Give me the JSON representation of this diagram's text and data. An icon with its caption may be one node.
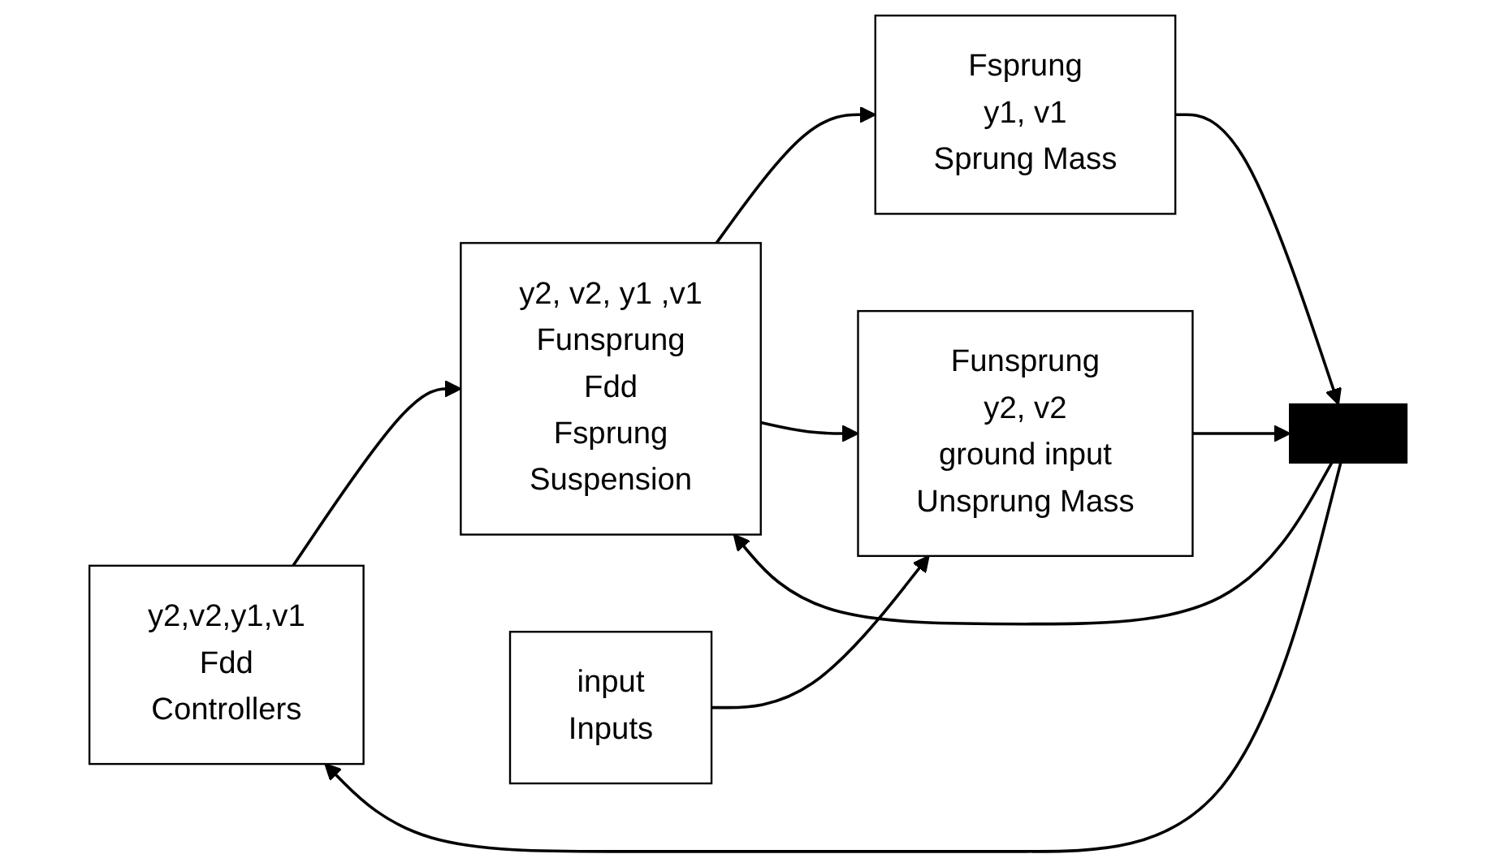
{
  "diagram": {
    "nodes": [
      {
        "text": [
          "y2,v2,y1,v1",
          "Fdd",
          "Controllers"
        ]
      },
      {
        "text": [
          "y2, v2, y1 ,v1",
          "Funsprung",
          "Fdd",
          "Fsprung",
          "Suspension"
        ]
      },
      {
        "text": [
          "Fsprung",
          "y1, v1",
          "Sprung Mass"
        ]
      },
      {
        "text": [
          "Funsprung",
          "y2, v2",
          "ground input",
          "Unsprung Mass"
        ]
      },
      {
        "text": [
          "input",
          "Inputs"
        ]
      },
      {
        "text": [],
        "shape": "bar"
      }
    ],
    "edges": [
      {
        "from": 0,
        "to": 1,
        "arrow": "to"
      },
      {
        "from": 1,
        "to": 2,
        "arrow": "to"
      },
      {
        "from": 1,
        "to": 3,
        "arrow": "to"
      },
      {
        "from": 4,
        "to": 3,
        "arrow": "to"
      },
      {
        "from": 2,
        "to": 5,
        "arrow": "to"
      },
      {
        "from": 3,
        "to": 5,
        "arrow": "to"
      },
      {
        "from": 5,
        "to": 0,
        "arrow": "to"
      },
      {
        "from": 5,
        "to": 1,
        "arrow": "to"
      }
    ]
  }
}
